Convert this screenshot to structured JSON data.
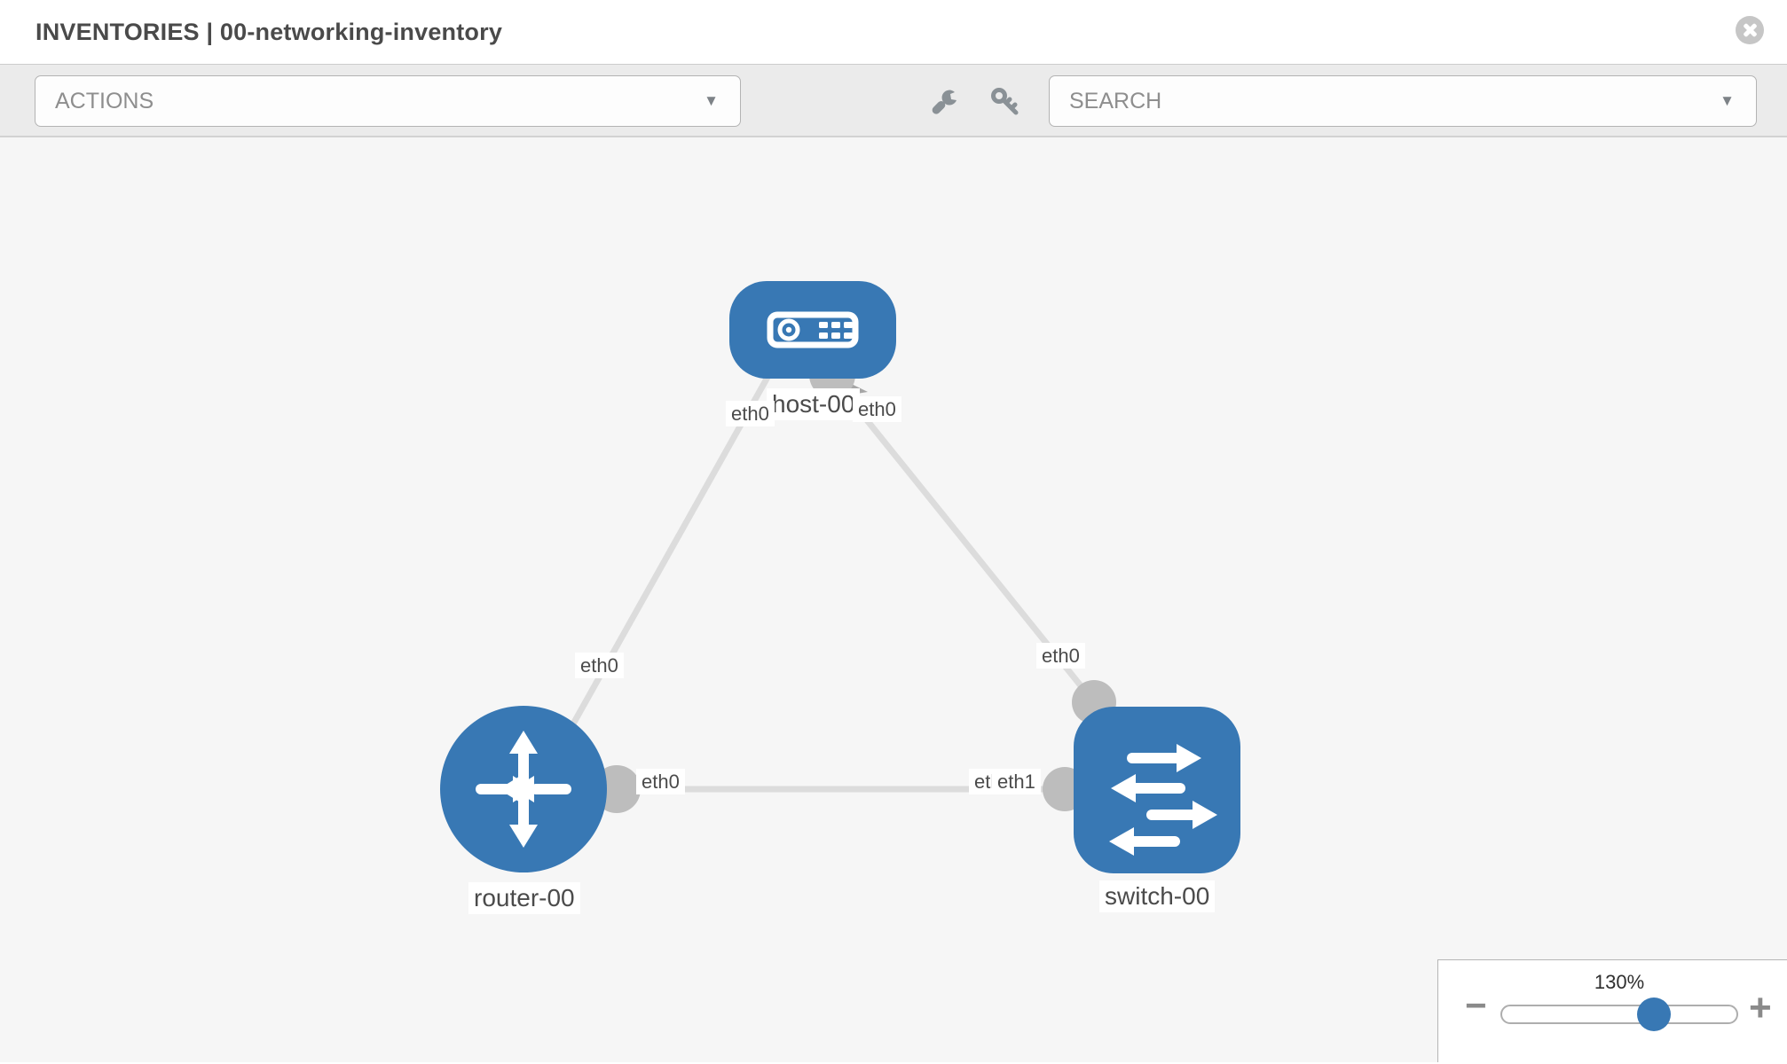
{
  "header": {
    "title": "INVENTORIES | 00-networking-inventory"
  },
  "toolbar": {
    "actions_label": "ACTIONS",
    "search_placeholder": "SEARCH",
    "caret_glyph": "▼",
    "icons": [
      "wrench-icon",
      "key-icon"
    ]
  },
  "canvas": {
    "nodes": [
      {
        "id": "host-00",
        "type": "host",
        "label": "host-00"
      },
      {
        "id": "router-00",
        "type": "router",
        "label": "router-00"
      },
      {
        "id": "switch-00",
        "type": "switch",
        "label": "switch-00"
      }
    ],
    "links": [
      {
        "from": "host-00",
        "from_interface": "eth0",
        "to": "router-00",
        "to_interface": "eth0"
      },
      {
        "from": "host-00",
        "from_interface": "eth0",
        "to": "switch-00",
        "to_interface": "eth0"
      },
      {
        "from": "router-00",
        "from_interface": "eth0",
        "to": "switch-00",
        "to_interface": "eth1",
        "overlap_back_label": "eth0",
        "overlap_front_label": "eth1",
        "displayed_overlap_text": "etleth1"
      }
    ]
  },
  "zoom_control": {
    "value": "130%",
    "minus_glyph": "−",
    "plus_glyph": "+"
  },
  "colors": {
    "node_blue": "#3878b4",
    "port_gray": "#bdbdbd",
    "link_gray": "#dcdcdc",
    "canvas_bg": "#f6f6f6",
    "toolbar_bg": "#ebebeb",
    "accent_text": "#4a4a4a"
  }
}
